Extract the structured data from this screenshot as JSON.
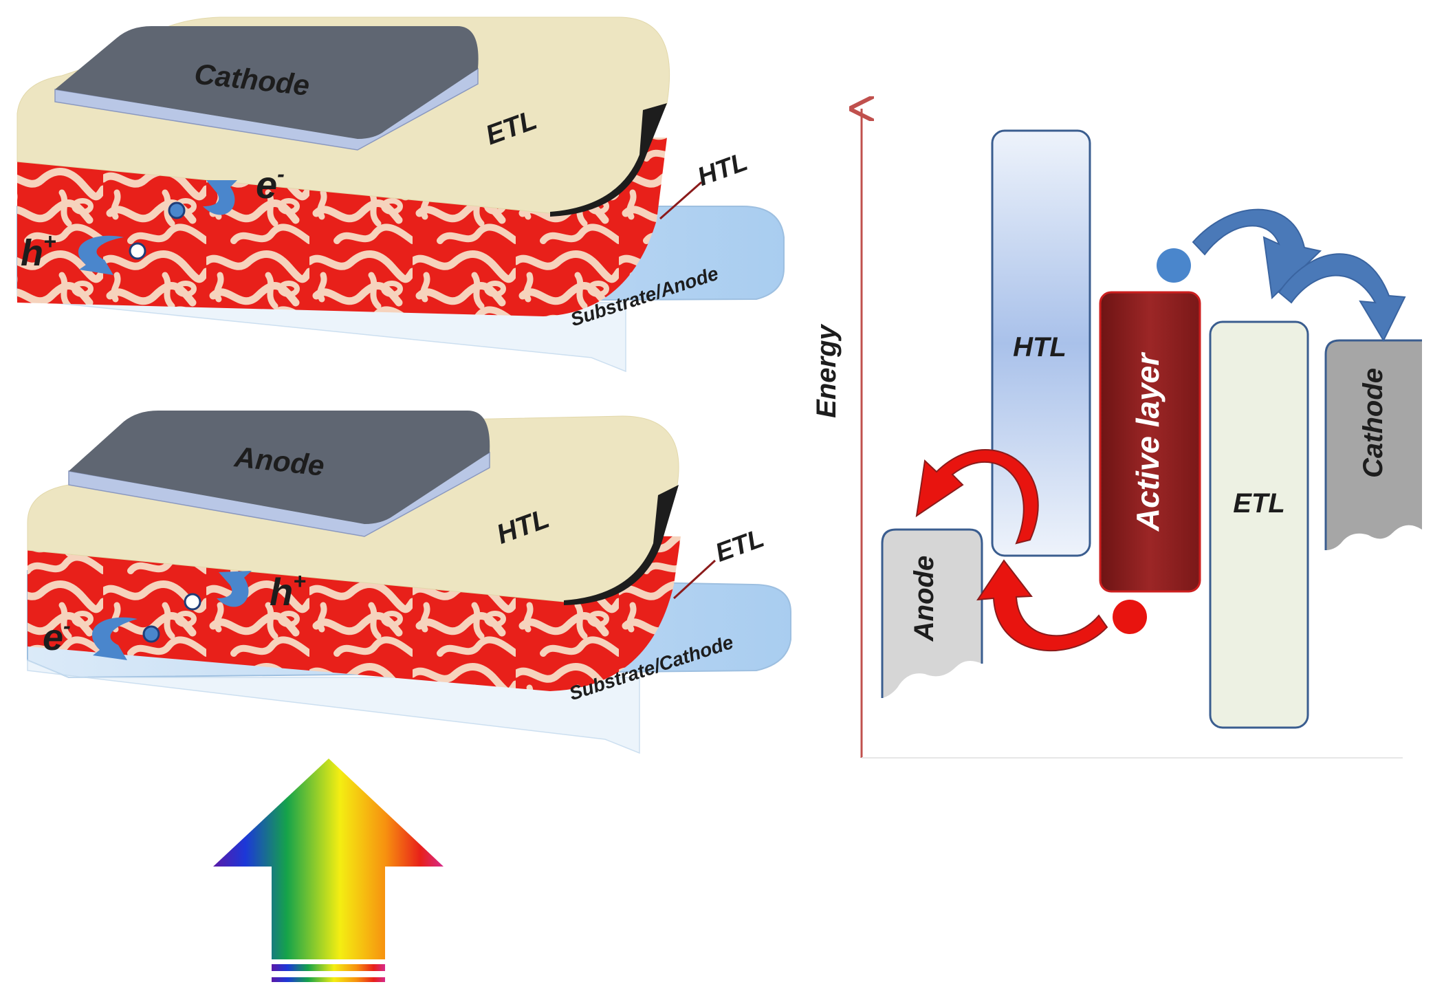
{
  "top_device": {
    "top_electrode": "Cathode",
    "upper_transport": "ETL",
    "lower_transport": "HTL",
    "substrate": "Substrate/Anode",
    "electron": "e",
    "electron_sup": "-",
    "hole": "h",
    "hole_sup": "+"
  },
  "bottom_device": {
    "top_electrode": "Anode",
    "upper_transport": "HTL",
    "lower_transport": "ETL",
    "substrate": "Substrate/Cathode",
    "hole": "h",
    "hole_sup": "+",
    "electron": "e",
    "electron_sup": "-"
  },
  "energy_diagram": {
    "axis_label": "Energy",
    "anode": "Anode",
    "htl": "HTL",
    "active": "Active layer",
    "etl": "ETL",
    "cathode": "Cathode"
  },
  "colors": {
    "active_red": "#e8201a",
    "blend_light": "#f6d3bd",
    "transport_beige": "#ede5c1",
    "electrode_gray": "#5f6672",
    "substrate_blue": "#b9d6f2",
    "htl_blue": "#a9c1ea",
    "active_dark": "#8e1e1e",
    "etl_cream": "#edf1e3",
    "electron_blue": "#4a86cc",
    "hole_red": "#e8140f",
    "axis_red": "#c0504d",
    "electrode_light": "#d6d6d6",
    "cathode_gray": "#a6a6a6"
  }
}
